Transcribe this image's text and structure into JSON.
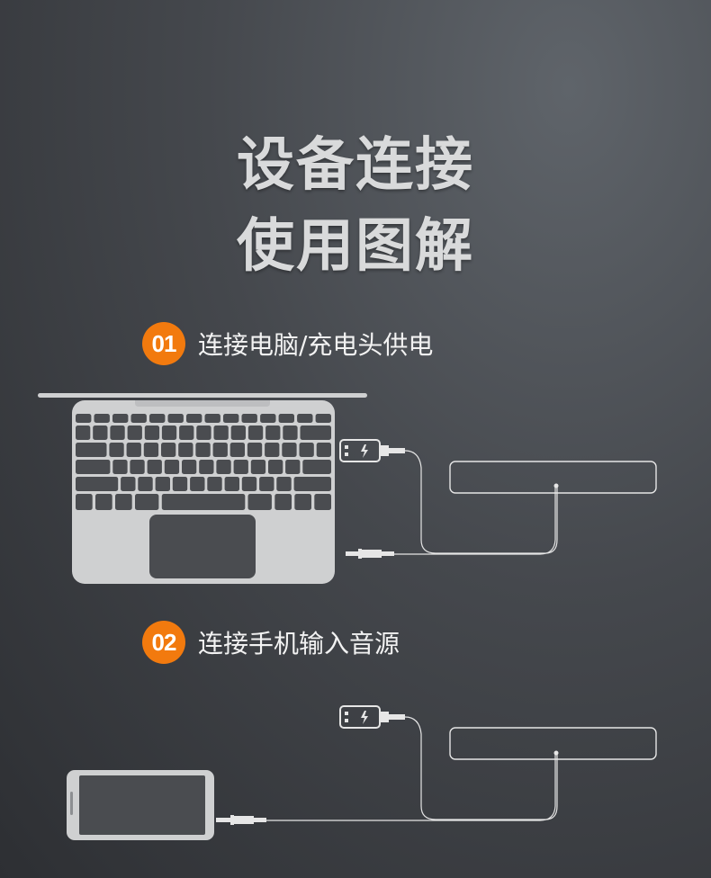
{
  "title": {
    "line1": "设备连接",
    "line2": "使用图解"
  },
  "steps": [
    {
      "number": "01",
      "label": "连接电脑/充电头供电"
    },
    {
      "number": "02",
      "label": "连接手机输入音源"
    }
  ],
  "colors": {
    "accent": "#f27a0e",
    "device": "#cfd0d1",
    "key": "#4a4c50",
    "cable": "#e6e6e6"
  },
  "icons": [
    "laptop-icon",
    "usb-plug-icon",
    "audio-jack-icon",
    "speaker-bar-icon",
    "phone-icon"
  ]
}
